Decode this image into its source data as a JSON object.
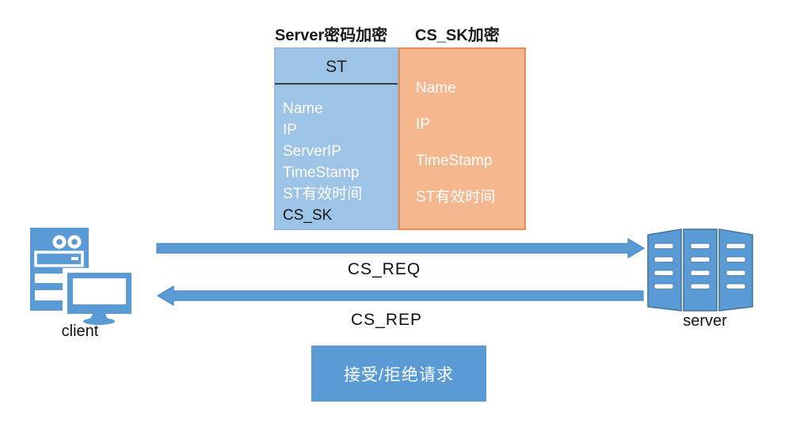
{
  "titles": {
    "left": "Server密码加密",
    "right": "CS_SK加密"
  },
  "st_box": {
    "header": "ST",
    "items": [
      "Name",
      "IP",
      "ServerIP",
      "TimeStamp",
      "ST有效时间"
    ],
    "last_item": "CS_SK"
  },
  "sk_box": {
    "items": [
      "Name",
      "IP",
      "TimeStamp",
      "ST有效时间"
    ]
  },
  "nodes": {
    "client": "client",
    "server": "server"
  },
  "arrows": {
    "request": "CS_REQ",
    "reply": "CS_REP"
  },
  "decision_box": "接受/拒绝请求",
  "colors": {
    "light_blue": "#9DC3E6",
    "orange_fill": "#F5B78E",
    "orange_border": "#EC8B52",
    "medium_blue": "#5B9BD5",
    "arrow_stroke": "#4A86C5",
    "text_white": "#FFFFFF",
    "text_black": "#161616"
  }
}
